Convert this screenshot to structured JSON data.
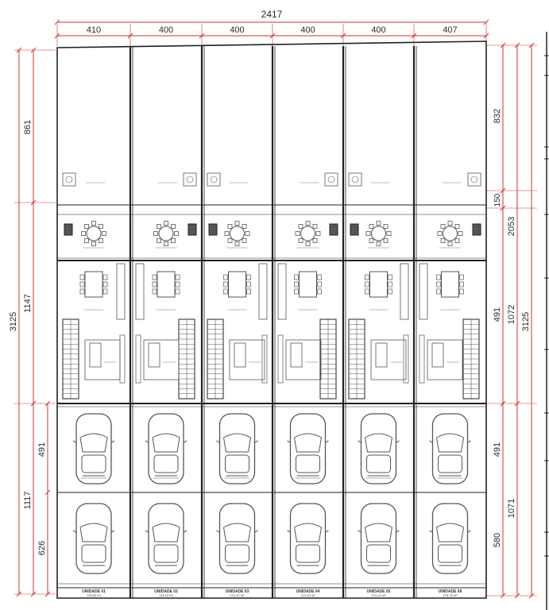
{
  "dimensions": {
    "overall_width": "2417",
    "unit_widths": [
      "410",
      "400",
      "400",
      "400",
      "400",
      "407"
    ],
    "left_total": "3125",
    "left_sections": [
      "861",
      "1147",
      "1117"
    ],
    "left_inner": [
      "491",
      "626"
    ],
    "right_total": "3125",
    "right_upper": "2053",
    "right_sections": [
      "832",
      "150",
      "1072",
      "1071"
    ],
    "right_inner": [
      "491",
      "580"
    ]
  },
  "units": [
    {
      "id": "UNIDADE 01",
      "area": "116,50 m²"
    },
    {
      "id": "UNIDADE 02",
      "area": "114,10 m²"
    },
    {
      "id": "UNIDADE 03",
      "area": "114,10 m²"
    },
    {
      "id": "UNIDADE 04",
      "area": "114,10 m²"
    },
    {
      "id": "UNIDADE 05",
      "area": "114,10 m²"
    },
    {
      "id": "UNIDADE 06",
      "area": "115,75 m²"
    }
  ],
  "colors": {
    "dimension_line": "#d03030",
    "wall": "#222222",
    "fixture": "#555555"
  }
}
